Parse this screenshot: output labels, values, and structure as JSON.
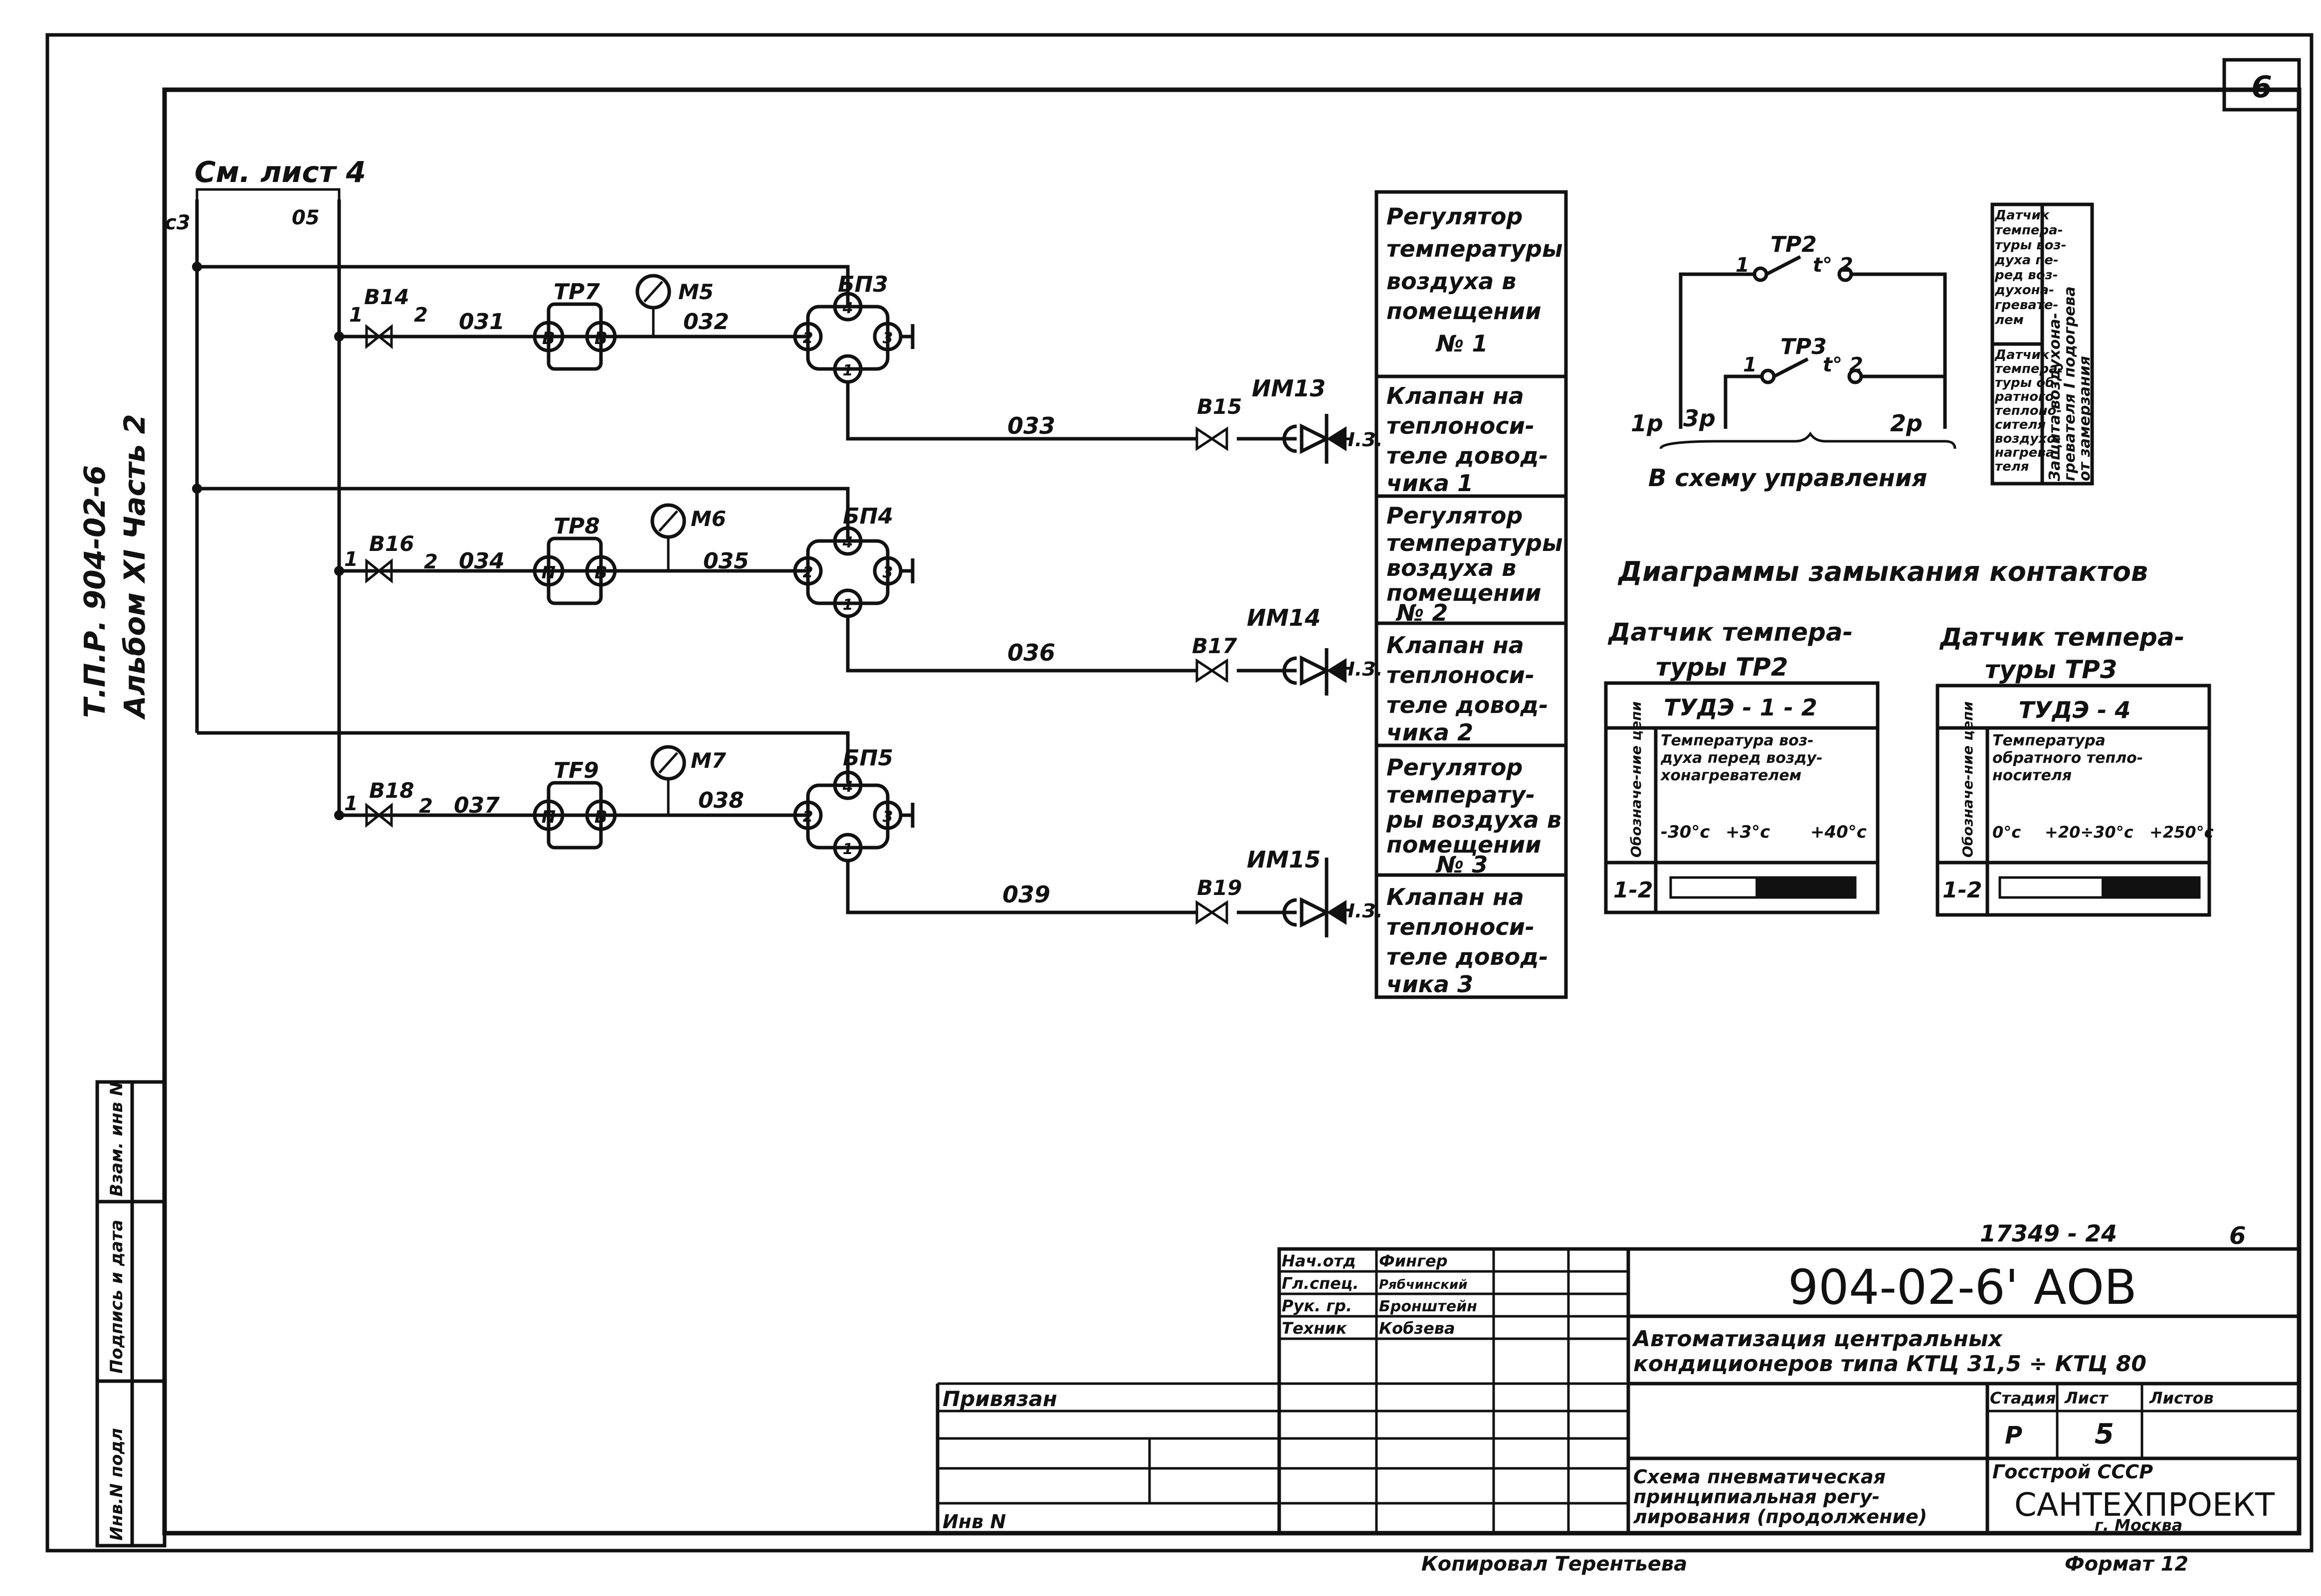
{
  "sheet_number": "6",
  "vertical_text": {
    "tpr": "Т.П.Р.  904-02-6",
    "album": "Альбом XI  Часть 2"
  },
  "ref": {
    "see_sheet": "См. лист 4",
    "wire_c3": "с3",
    "wire_05": "05"
  },
  "circuits": [
    {
      "valve": "В14",
      "p1": "1",
      "p2": "2",
      "line_in": "031",
      "transmitter": "ТР7",
      "t_left": "В",
      "t_right": "В",
      "gauge": "М5",
      "line_out": "032",
      "block": "БП3",
      "b_top": "4",
      "b_left": "2",
      "b_right": "3",
      "b_bottom": "1",
      "line_act": "033",
      "act_valve": "В15",
      "actuator": "ИМ13",
      "nc": "Н.З."
    },
    {
      "valve": "В16",
      "p1": "1",
      "p2": "2",
      "line_in": "034",
      "transmitter": "ТР8",
      "t_left": "П",
      "t_right": "В",
      "gauge": "М6",
      "line_out": "035",
      "block": "БП4",
      "b_top": "4",
      "b_left": "2",
      "b_right": "3",
      "b_bottom": "1",
      "line_act": "036",
      "act_valve": "В17",
      "actuator": "ИМ14",
      "nc": "Н.З."
    },
    {
      "valve": "В18",
      "p1": "1",
      "p2": "2",
      "line_in": "037",
      "transmitter": "ТF9",
      "t_left": "П",
      "t_right": "В",
      "gauge": "М7",
      "line_out": "038",
      "block": "БП5",
      "b_top": "4",
      "b_left": "2",
      "b_right": "3",
      "b_bottom": "1",
      "line_act": "039",
      "act_valve": "В19",
      "actuator": "ИМ15",
      "nc": "Н.З."
    }
  ],
  "description_boxes": [
    [
      "Регулятор",
      "температуры",
      "воздуха в",
      "помещении",
      "№ 1"
    ],
    [
      "Клапан на",
      "теплоноси-",
      "теле довод-",
      "чика    1"
    ],
    [
      "Регулятор",
      "температуры",
      "воздуха в",
      "помещении",
      "№ 2"
    ],
    [
      "Клапан на",
      "теплоноси-",
      "теле довод-",
      "чика    2"
    ],
    [
      "Регулятор",
      "температу-",
      "ры воздуха в",
      "помещении",
      "№ 3"
    ],
    [
      "Клапан на",
      "теплоноси-",
      "теле довод-",
      "чика    3"
    ]
  ],
  "control_circuit": {
    "tp2": "ТР2",
    "tp3": "ТР3",
    "c1": "1",
    "t2": "t° 2",
    "left1": "1р",
    "left2": "3р",
    "right": "2р",
    "caption": "В схему управления"
  },
  "protection_table": {
    "row1": [
      "Датчик",
      "темпера-",
      "туры воз-",
      "духа пе-",
      "ред воз-",
      "духона-",
      "гревате-",
      "лем"
    ],
    "row2": [
      "Датчик",
      "темпера-",
      "туры об-",
      "ратного",
      "теплоно-",
      "сителя",
      "воздухо-",
      "нагрева-",
      "теля"
    ],
    "side": [
      "Защита воздухона-",
      "гревателя I подогрева",
      "от замерзания"
    ]
  },
  "diagrams": {
    "title": "Диаграммы замыкания контактов",
    "left": {
      "head1": "Датчик темпера-",
      "head2": "туры  ТР2",
      "device": "ТУДЭ - 1 - 2",
      "vlabel": "Обозначе-ние цепи",
      "desc": [
        "Температура воз-",
        "духа перед возду-",
        "хонагревателем"
      ],
      "scale": [
        "-30°c",
        "+3°c",
        "+40°c"
      ],
      "circuit": "1-2",
      "fill_from": 0.46
    },
    "right": {
      "head1": "Датчик темпера-",
      "head2": "туры  ТР3",
      "device": "ТУДЭ - 4",
      "vlabel": "Обозначе-ние цепи",
      "desc": [
        "Температура",
        "обратного тепло-",
        "носителя"
      ],
      "scale": [
        "0°c",
        "+20÷30°c",
        "+250°c"
      ],
      "circuit": "1-2",
      "fill_from": 0.51
    }
  },
  "title_block": {
    "stamp_ref": "17349 - 24",
    "page": "6",
    "code": "904-02-6' АОВ",
    "staff": [
      [
        "Нач.отд",
        "Фингер"
      ],
      [
        "Гл.спец.",
        "Рябчинский"
      ],
      [
        "Рук. гр.",
        "Бронштейн"
      ],
      [
        "Техник",
        "Кобзева"
      ]
    ],
    "subject": [
      "Автоматизация центральных",
      "кондиционеров  типа  КТЦ 31,5 ÷ КТЦ 80"
    ],
    "stage_h": "Стадия",
    "sheet_h": "Лист",
    "sheets_h": "Листов",
    "stage": "Р",
    "sheet": "5",
    "drawing": [
      "Схема пневматическая",
      "принципиальная регу-",
      "лирования (продолжение)"
    ],
    "org1": "Госстрой     СССР",
    "org2": "САНТЕХПРОЕКТ",
    "org3": "г. Москва",
    "privyazan": "Привязан",
    "inv": "Инв  N"
  },
  "side_stamp": [
    "Инв.N подл",
    "Подпись и дата",
    "Взам. инв N"
  ],
  "footer": {
    "copied": "Копировал Терентьева",
    "format": "Формат 12"
  }
}
